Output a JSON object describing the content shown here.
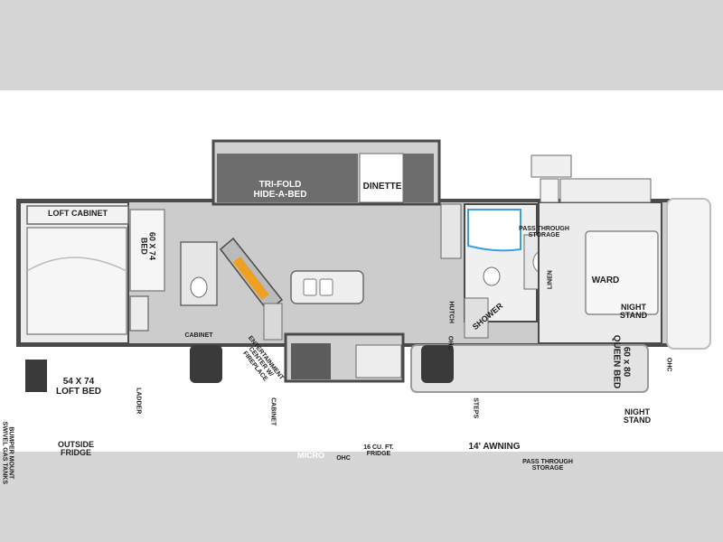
{
  "colors": {
    "background_band": "#d6d6d6",
    "floor": "#c9c9c9",
    "wall": "#4a4a4a",
    "sofa": "#6d6d6d",
    "accent_fireplace": "#f0a020",
    "shower_accent": "#3aa0e0"
  },
  "labels": {
    "tri_fold": "TRI-FOLD\nHIDE-A-BED",
    "dinette": "DINETTE",
    "loft_cabinet": "LOFT CABINET",
    "bed_60x74": "60 X 74\nBED",
    "cabinet_left": "CABINET",
    "entertainment": "ENTERTAINMENT\nCENTER W/\nFIREPLACE",
    "loft_bed": "54 X 74\nLOFT BED",
    "ladder": "LADDER",
    "outside_fridge": "OUTSIDE\nFRIDGE",
    "bumper_mount": "BUMPER MOUNT\nSWIVEL GAS TANKS",
    "micro": "MICRO",
    "ohc_galley": "OHC",
    "fridge_16": "16 CU. FT.\nFRIDGE",
    "cabinet_galley": "CABINET",
    "hutch": "HUTCH",
    "ohc_hutch": "OHC",
    "shower": "SHOWER",
    "steps": "STEPS",
    "awning": "14' AWNING",
    "pass_through_top": "PASS THROUGH\nSTORAGE",
    "pass_through_bottom": "PASS THROUGH\nSTORAGE",
    "linen": "LINEN",
    "ward": "WARD",
    "night_stand_top": "NIGHT\nSTAND",
    "night_stand_bottom": "NIGHT\nSTAND",
    "queen_bed": "60 x 80\nQUEEN BED",
    "ohc_bedroom": "OHC"
  }
}
